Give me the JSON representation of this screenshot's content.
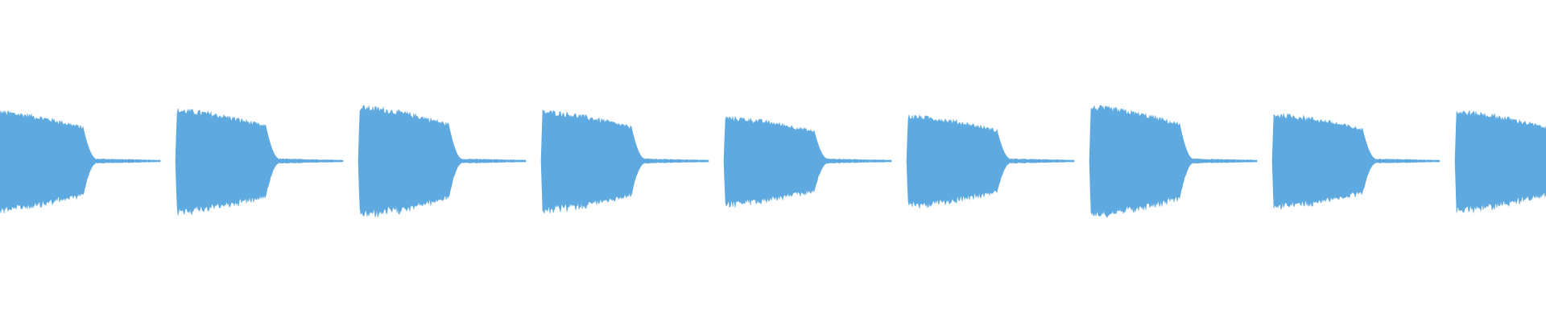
{
  "waveform": {
    "color": "#5eaae0",
    "background": "#ffffff",
    "clip_count": 9,
    "clips": [
      {
        "index": 1,
        "peak": 0.66,
        "truncated_left": true
      },
      {
        "index": 2,
        "peak": 0.68
      },
      {
        "index": 3,
        "peak": 0.72
      },
      {
        "index": 4,
        "peak": 0.66
      },
      {
        "index": 5,
        "peak": 0.58
      },
      {
        "index": 6,
        "peak": 0.6
      },
      {
        "index": 7,
        "peak": 0.72
      },
      {
        "index": 8,
        "peak": 0.62
      },
      {
        "index": 9,
        "peak": 0.66,
        "truncated_right": true
      }
    ]
  }
}
